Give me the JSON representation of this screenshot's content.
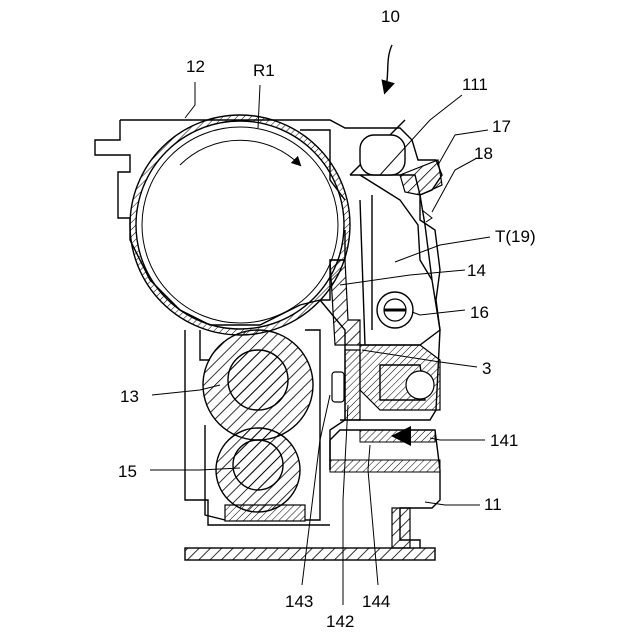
{
  "labels": {
    "l10": "10",
    "l12": "12",
    "lR1": "R1",
    "l111": "111",
    "l17": "17",
    "l18": "18",
    "lT19": "T(19)",
    "l14": "14",
    "l16": "16",
    "l3": "3",
    "l13": "13",
    "l141": "141",
    "l15": "15",
    "l11": "11",
    "l143": "143",
    "l142": "142",
    "l144": "144"
  }
}
